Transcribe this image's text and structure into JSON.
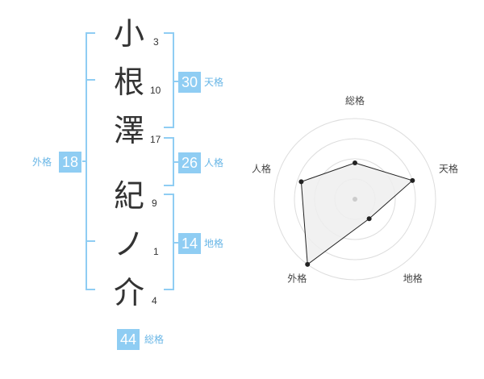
{
  "name": {
    "characters": [
      {
        "char": "小",
        "strokes": "3"
      },
      {
        "char": "根",
        "strokes": "10"
      },
      {
        "char": "澤",
        "strokes": "17"
      },
      {
        "char": "紀",
        "strokes": "9"
      },
      {
        "char": "ノ",
        "strokes": "1"
      },
      {
        "char": "介",
        "strokes": "4"
      }
    ]
  },
  "fortune": {
    "tenkaku": {
      "value": "30",
      "label": "天格"
    },
    "jinkaku": {
      "value": "26",
      "label": "人格"
    },
    "chikaku": {
      "value": "14",
      "label": "地格"
    },
    "gaikaku": {
      "value": "18",
      "label": "外格"
    },
    "soukaku": {
      "value": "44",
      "label": "総格"
    }
  },
  "colors": {
    "accent": "#8fcdf3",
    "accent_text": "#69b6e6",
    "bracket": "#8fcdf3",
    "radar_fill": "#eeeeee",
    "radar_stroke": "#222222",
    "ring": "#dddddd"
  },
  "chart_data": {
    "type": "radar",
    "axes": [
      "総格",
      "天格",
      "地格",
      "外格",
      "人格"
    ],
    "values": [
      0.45,
      0.75,
      0.3,
      1.0,
      0.7
    ],
    "rings": 4,
    "grid": true
  }
}
